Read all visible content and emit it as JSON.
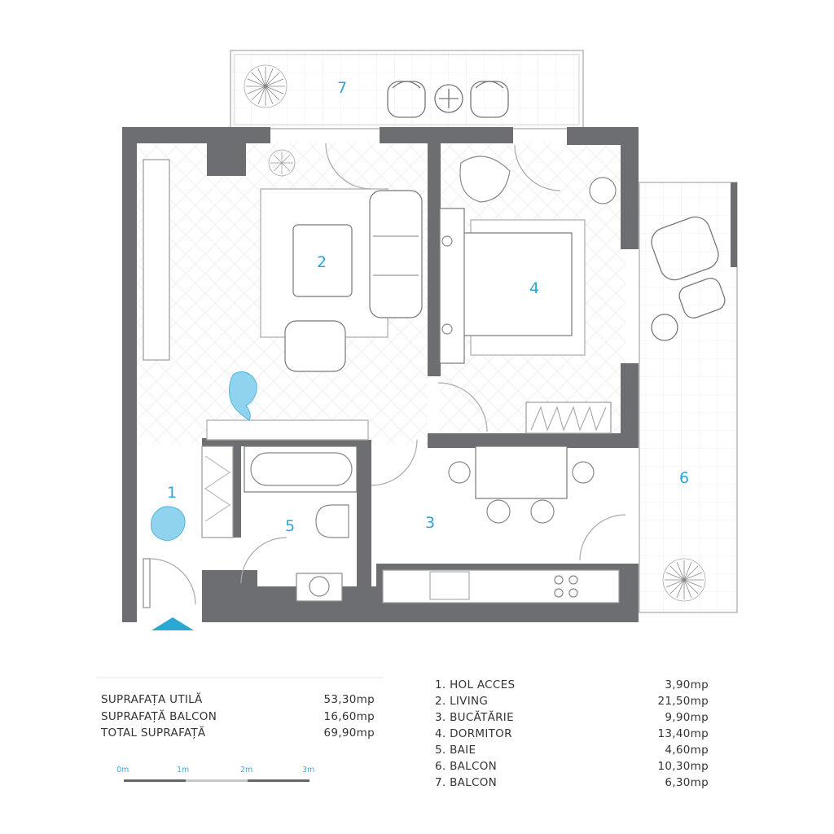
{
  "rooms_on_plan": [
    "1",
    "2",
    "3",
    "4",
    "5",
    "6",
    "7"
  ],
  "summary": [
    {
      "label": "SUPRAFAȚA UTILĂ",
      "value": "53,30mp"
    },
    {
      "label": "SUPRAFAȚĂ BALCON",
      "value": "16,60mp"
    },
    {
      "label": "TOTAL SUPRAFAȚĂ",
      "value": "69,90mp"
    }
  ],
  "room_list": [
    {
      "label": "1. HOL ACCES",
      "value": "3,90mp"
    },
    {
      "label": "2. LIVING",
      "value": "21,50mp"
    },
    {
      "label": "3. BUCĂTĂRIE",
      "value": "9,90mp"
    },
    {
      "label": "4. DORMITOR",
      "value": "13,40mp"
    },
    {
      "label": "5. BAIE",
      "value": "4,60mp"
    },
    {
      "label": "6. BALCON",
      "value": "10,30mp"
    },
    {
      "label": "7. BALCON",
      "value": "6,30mp"
    }
  ],
  "scale": [
    "0m",
    "1m",
    "2m",
    "3m"
  ],
  "colors": {
    "wall": "#6d6e71",
    "accent": "#2aa7d3",
    "line": "#9a9a9a",
    "figure": "#8fd3ef"
  }
}
